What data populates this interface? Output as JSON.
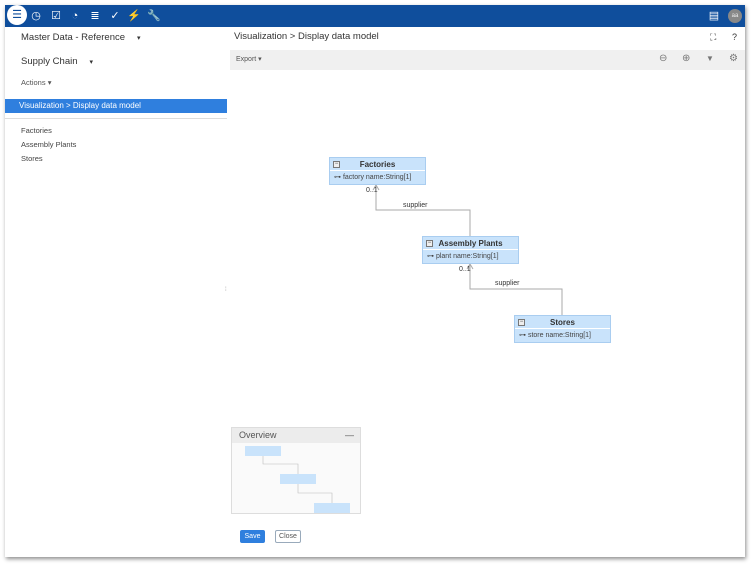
{
  "topbar": {
    "icons": [
      "database-icon",
      "clock-icon",
      "checkbox-icon",
      "gauge-icon",
      "data-list-icon",
      "task-check-icon",
      "plug-icon",
      "wrench-icon"
    ],
    "right_icons": [
      "document-list-icon"
    ],
    "avatar": "aa"
  },
  "sidebar": {
    "module": "Master Data - Reference",
    "model": "Supply Chain",
    "actions": "Actions",
    "selected": "Visualization > Display data model",
    "items": [
      "Factories",
      "Assembly Plants",
      "Stores"
    ]
  },
  "main": {
    "title": "Visualization > Display data model",
    "export": "Export",
    "tools": [
      "zoom-out-icon",
      "zoom-in-icon",
      "filter-icon",
      "gear-icon"
    ]
  },
  "diagram": {
    "classes": [
      {
        "name": "Factories",
        "attr": "factory name:String[1]"
      },
      {
        "name": "Assembly Plants",
        "attr": "plant name:String[1]"
      },
      {
        "name": "Stores",
        "attr": "store name:String[1]"
      }
    ],
    "links": [
      {
        "label": "supplier",
        "mult": "0..1"
      },
      {
        "label": "supplier",
        "mult": "0..1"
      }
    ],
    "colors": {
      "class_fill": "#c9e3fb",
      "link": "#aaaaaa"
    }
  },
  "overview": {
    "title": "Overview"
  },
  "footer": {
    "save": "Save",
    "close": "Close"
  },
  "accent": "#2f7fde",
  "topbar_color": "#0f4e9c"
}
